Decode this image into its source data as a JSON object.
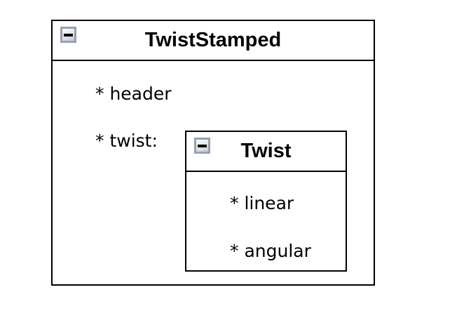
{
  "colors": {
    "background": "#ffffff",
    "box_border": "#000000",
    "text": "#000000",
    "button_frame": "#97a0b0",
    "button_face_light": "#fafbfd",
    "button_face_dark": "#c5cad4",
    "button_glyph": "#000000"
  },
  "outer_box": {
    "title": "TwistStamped",
    "collapse_icon": "minus-icon",
    "fields": [
      {
        "label": "* header"
      },
      {
        "label": "* twist:"
      }
    ]
  },
  "nested_box": {
    "title": "Twist",
    "collapse_icon": "minus-icon",
    "fields": [
      {
        "label": "* linear"
      },
      {
        "label": "* angular"
      }
    ]
  }
}
